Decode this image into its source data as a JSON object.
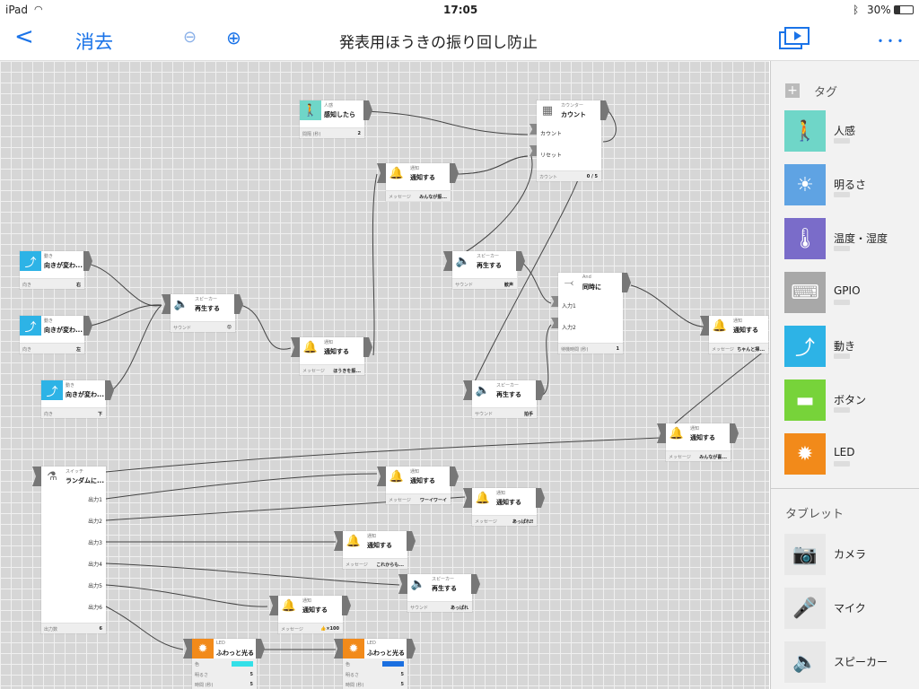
{
  "status": {
    "device": "iPad",
    "time": "17:05",
    "battery": "30%"
  },
  "nav": {
    "back_glyph": "<",
    "clear": "消去",
    "title": "発表用ほうきの振り回し防止",
    "more": "･･･"
  },
  "nodes": {
    "n1": {
      "cat": "人感",
      "act": "感知したら",
      "fl": "間隔 (秒)",
      "fv": "2"
    },
    "n2": {
      "cat": "カウンター",
      "act": "カウント",
      "r1": "カウント",
      "r2": "リセット",
      "fl": "カウント",
      "fv": "0 / 5"
    },
    "n3": {
      "cat": "通知",
      "act": "通知する",
      "fl": "メッセージ",
      "fv": "みんなが振..."
    },
    "n4": {
      "cat": "スピーカー",
      "act": "再生する",
      "fl": "サウンド",
      "fv": "歓声"
    },
    "n5": {
      "cat": "And",
      "act": "同時に",
      "r1": "入力1",
      "r2": "入力2",
      "fl": "待機時間 (秒)",
      "fv": "1"
    },
    "n6": {
      "cat": "通知",
      "act": "通知する",
      "fl": "メッセージ",
      "fv": "ちゃんと掃..."
    },
    "n7": {
      "cat": "動き",
      "act": "向きが変わ...",
      "fl": "向き",
      "fv": "右"
    },
    "n8": {
      "cat": "動き",
      "act": "向きが変わ...",
      "fl": "向き",
      "fv": "左"
    },
    "n9": {
      "cat": "スピーカー",
      "act": "再生する",
      "fl": "サウンド",
      "fv": "😡"
    },
    "n10": {
      "cat": "通知",
      "act": "通知する",
      "fl": "メッセージ",
      "fv": "ほうきを振..."
    },
    "n11": {
      "cat": "動き",
      "act": "向きが変わ...",
      "fl": "向き",
      "fv": "下"
    },
    "n12": {
      "cat": "スピーカー",
      "act": "再生する",
      "fl": "サウンド",
      "fv": "拍手"
    },
    "n13": {
      "cat": "通知",
      "act": "通知する",
      "fl": "メッセージ",
      "fv": "みんなが喜..."
    },
    "n14": {
      "cat": "スイッチ",
      "act": "ランダムに...",
      "outs": [
        "出力1",
        "出力2",
        "出力3",
        "出力4",
        "出力5",
        "出力6"
      ],
      "fl": "出力数",
      "fv": "6"
    },
    "n15": {
      "cat": "通知",
      "act": "通知する",
      "fl": "メッセージ",
      "fv": "ワーイワーイ"
    },
    "n16": {
      "cat": "通知",
      "act": "通知する",
      "fl": "メッセージ",
      "fv": "あっぱれ‼︎"
    },
    "n17": {
      "cat": "通知",
      "act": "通知する",
      "fl": "メッセージ",
      "fv": "これからも..."
    },
    "n18": {
      "cat": "スピーカー",
      "act": "再生する",
      "fl": "サウンド",
      "fv": "あっぱれ"
    },
    "n19": {
      "cat": "通知",
      "act": "通知する",
      "fl": "メッセージ",
      "fv": "👍×100"
    },
    "n20": {
      "cat": "LED",
      "act": "ふわっと光る",
      "r1": "色",
      "r2": "明るさ",
      "v2": "5",
      "r3": "時間 (秒)",
      "v3": "5",
      "color": "#33e0e8"
    },
    "n21": {
      "cat": "LED",
      "act": "ふわっと光る",
      "r1": "色",
      "r2": "明るさ",
      "v2": "5",
      "r3": "時間 (秒)",
      "v3": "5",
      "color": "#1a6fe0"
    }
  },
  "sidebar": {
    "tags_title": "タグ",
    "tags": [
      {
        "label": "人感",
        "color": "#6fd6c8",
        "icon": "motion-sensor-icon",
        "glyph": "🚶"
      },
      {
        "label": "明るさ",
        "color": "#5fa3e3",
        "icon": "brightness-icon",
        "glyph": "☀"
      },
      {
        "label": "温度・湿度",
        "color": "#7a6cc9",
        "icon": "thermometer-icon",
        "glyph": "🌡"
      },
      {
        "label": "GPIO",
        "color": "#a8a8a8",
        "icon": "gpio-icon",
        "glyph": "⌨"
      },
      {
        "label": "動き",
        "color": "#2db3e6",
        "icon": "movement-icon",
        "glyph": "⤴"
      },
      {
        "label": "ボタン",
        "color": "#77d33a",
        "icon": "button-icon",
        "glyph": "▬"
      },
      {
        "label": "LED",
        "color": "#f28a1a",
        "icon": "led-icon",
        "glyph": "✹"
      }
    ],
    "tablet_title": "タブレット",
    "tablet": [
      {
        "label": "カメラ",
        "icon": "camera-icon",
        "glyph": "📷"
      },
      {
        "label": "マイク",
        "icon": "microphone-icon",
        "glyph": "🎤"
      },
      {
        "label": "スピーカー",
        "icon": "speaker-icon",
        "glyph": "🔈"
      }
    ]
  }
}
